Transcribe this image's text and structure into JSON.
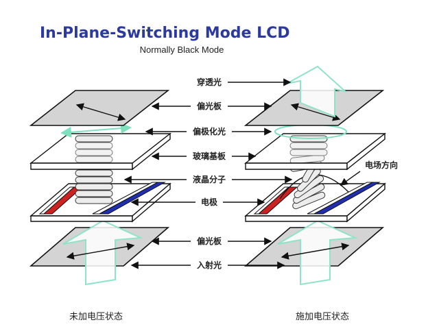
{
  "title": "In-Plane-Switching Mode LCD",
  "subtitle": "Normally Black Mode",
  "labels": {
    "transmitted_light": "穿透光",
    "polarizer_top": "偏光板",
    "polarized_light": "偏极化光",
    "glass_substrate": "玻璃基板",
    "lc_molecules": "液晶分子",
    "electrode": "电极",
    "polarizer_bottom": "偏光板",
    "incident_light": "入射光",
    "field_direction": "电场方向"
  },
  "captions": {
    "left": "未加电压状态",
    "right": "施加电压状态"
  },
  "colors": {
    "title": "#2b3a9c",
    "light": "#8fe3c6",
    "electrode_positive": "#cc2222",
    "electrode_negative": "#1f2fb0",
    "polarizer": "#d4d4d4"
  }
}
